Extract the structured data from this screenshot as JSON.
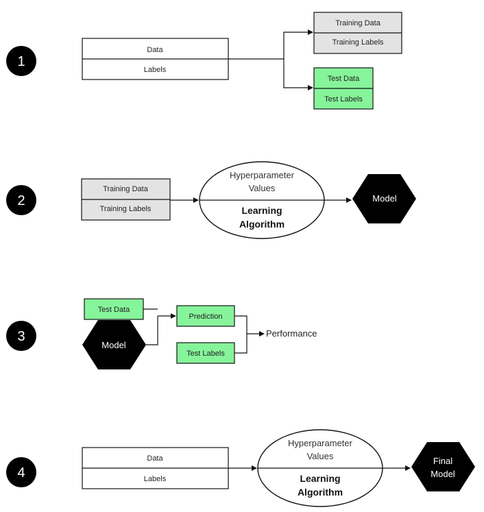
{
  "colors": {
    "gray_box": "#e3e3e3",
    "green_box": "#86f49a",
    "dark": "#000000",
    "line": "#111111"
  },
  "steps": [
    {
      "number": "1"
    },
    {
      "number": "2"
    },
    {
      "number": "3"
    },
    {
      "number": "4"
    }
  ],
  "step1": {
    "data": "Data",
    "labels": "Labels",
    "training_data": "Training Data",
    "training_labels": "Training Labels",
    "test_data": "Test Data",
    "test_labels": "Test Labels"
  },
  "step2": {
    "training_data": "Training Data",
    "training_labels": "Training Labels",
    "hyper_line1": "Hyperparameter",
    "hyper_line2": "Values",
    "algo_line1": "Learning",
    "algo_line2": "Algorithm",
    "model": "Model"
  },
  "step3": {
    "test_data": "Test Data",
    "model": "Model",
    "prediction": "Prediction",
    "test_labels": "Test Labels",
    "performance": "Performance"
  },
  "step4": {
    "data": "Data",
    "labels": "Labels",
    "hyper_line1": "Hyperparameter",
    "hyper_line2": "Values",
    "algo_line1": "Learning",
    "algo_line2": "Algorithm",
    "final_line1": "Final",
    "final_line2": "Model"
  }
}
